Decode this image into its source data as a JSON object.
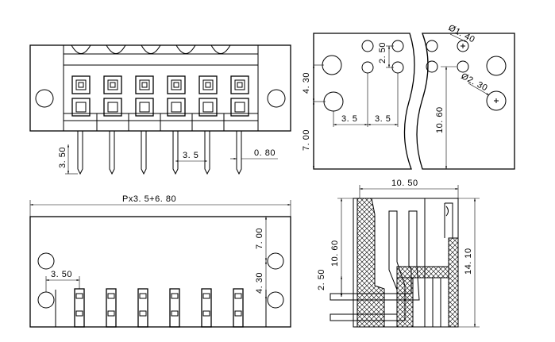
{
  "dimensions": {
    "pin_height": "3. 50",
    "pin_pitch_front": "3. 5",
    "pin_width": "0. 80",
    "diameter_small": "Ø1. 40",
    "diameter_large": "Ø2. 30",
    "offset_top": "2. 50",
    "side_4_30": "4. 30",
    "side_7_00": "7. 00",
    "pitch_a": "3. 5",
    "pitch_b": "3. 5",
    "height_10_60": "10. 60",
    "overall_length": "Px3. 5+6. 80",
    "bottom_pitch": "3. 50",
    "bottom_7_00": "7. 00",
    "bottom_4_30": "4. 30",
    "section_width": "10. 50",
    "section_10_60": "10. 60",
    "section_2_50": "2. 50",
    "section_height": "14. 10"
  }
}
